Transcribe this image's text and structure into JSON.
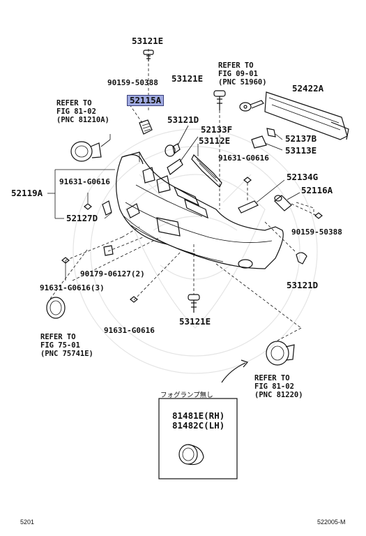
{
  "labels": {
    "p53121e_top": "53121E",
    "p90159_left": "90159-50388",
    "p52115a": "52115A",
    "p53121e_mid": "53121E",
    "p53121d_left": "53121D",
    "p52133f": "52133F",
    "p53112e": "53112E",
    "p52422a": "52422A",
    "p52137b": "52137B",
    "p53113e": "53113E",
    "p91631_right": "91631-G0616",
    "p52134g": "52134G",
    "p52116a": "52116A",
    "p90159_right": "90159-50388",
    "p53121d_right": "53121D",
    "p52119a": "52119A",
    "p91631_left": "91631-G0616",
    "p52127d": "52127D",
    "p90179": "90179-06127(2)",
    "p91631_3": "91631-G0616(3)",
    "p91631_bottom": "91631-G0616",
    "p53121e_bottom": "53121E",
    "p81481e": "81481E(RH)",
    "p81482c": "81482C(LH)"
  },
  "refs": {
    "fig0901": [
      "REFER TO",
      "FIG 09-01",
      "(PNC 51960)"
    ],
    "fig8102_left": [
      "REFER TO",
      "FIG 81-02",
      "(PNC 81210A)"
    ],
    "fig7501": [
      "REFER TO",
      "FIG 75-01",
      "(PNC 75741E)"
    ],
    "fig8102_right": [
      "REFER TO",
      "FIG 81-02",
      "(PNC 81220)"
    ]
  },
  "note_jp": "フォグランプ無し",
  "footer": {
    "left": "5201",
    "right": "522005-M"
  },
  "colors": {
    "highlight": "#9fa9e0",
    "line": "#111111"
  }
}
